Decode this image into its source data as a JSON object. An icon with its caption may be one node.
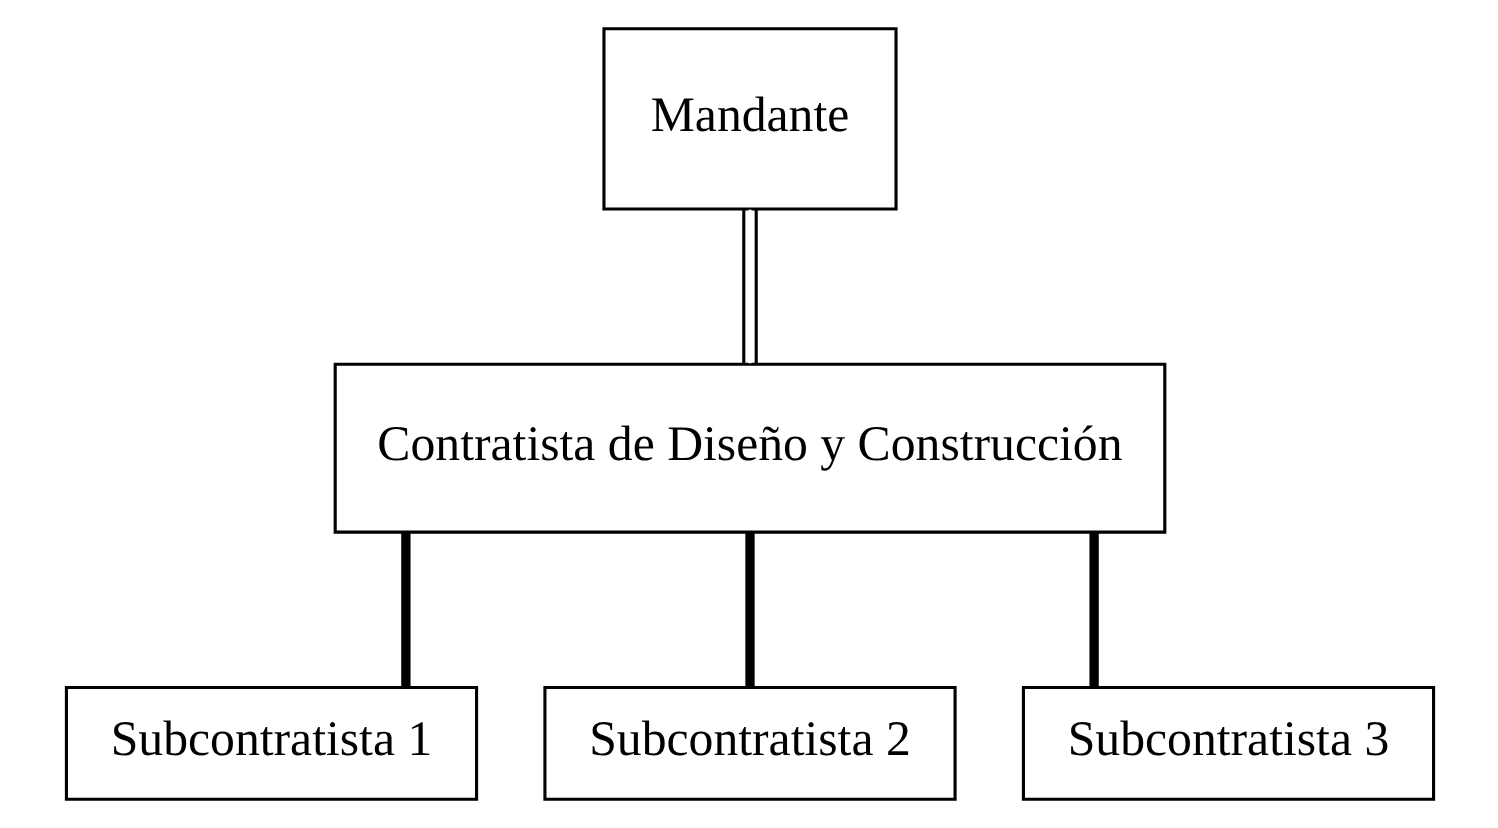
{
  "diagram": {
    "nodes": [
      {
        "text": [
          "Mandante"
        ]
      },
      {
        "text": [
          "Contratista de Diseño y Construcción"
        ]
      },
      {
        "text": [
          "Subcontratista 1"
        ]
      },
      {
        "text": [
          "Subcontratista 2"
        ]
      },
      {
        "text": [
          "Subcontratista 3"
        ]
      }
    ],
    "edges": [
      {
        "from": 0,
        "to": 1,
        "arrow": "none"
      },
      {
        "from": 1,
        "to": 2,
        "arrow": "none"
      },
      {
        "from": 1,
        "to": 3,
        "arrow": "none"
      },
      {
        "from": 1,
        "to": 4,
        "arrow": "none"
      }
    ]
  }
}
